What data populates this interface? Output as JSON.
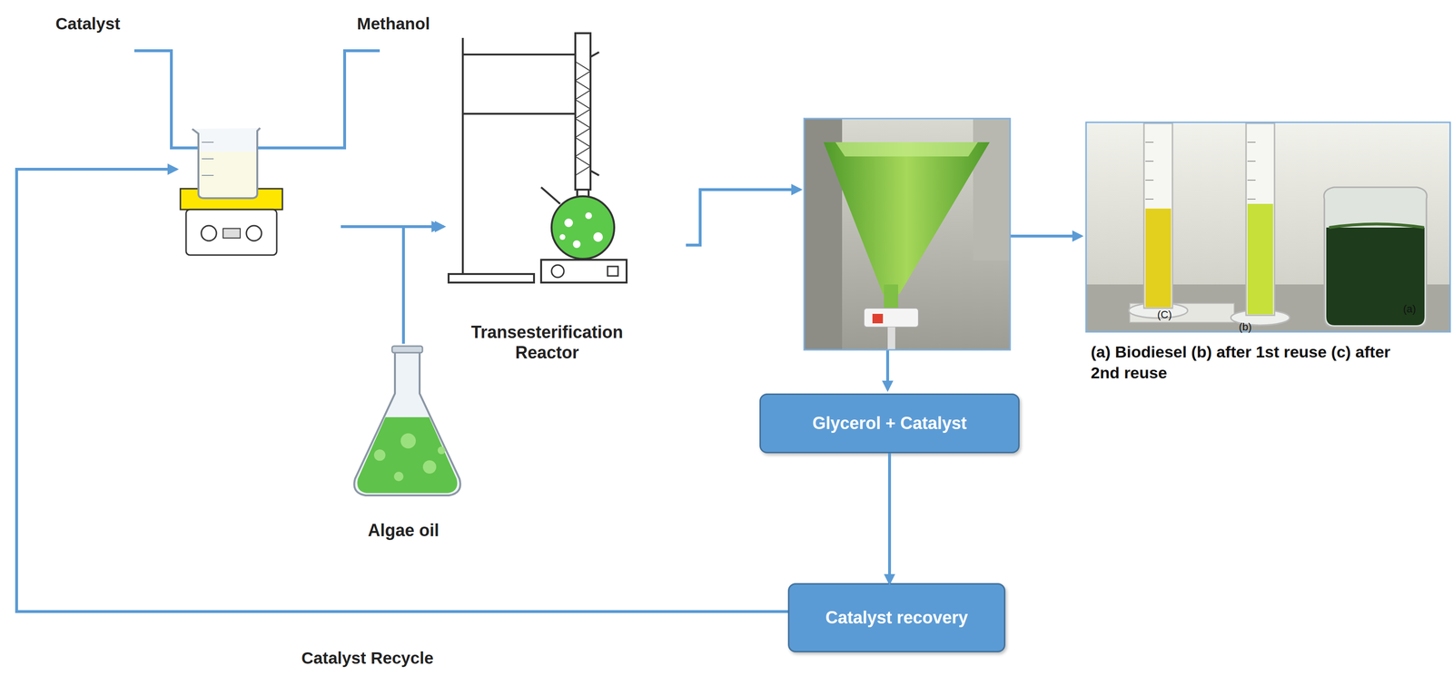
{
  "diagram": {
    "nodes": [
      {
        "text": [
          "Transesterification Reactor"
        ]
      },
      {
        "text": [
          "Algae oil"
        ]
      },
      {
        "text": [
          "(C)",
          "(b)",
          "(a)",
          "(a) Biodiesel (b) after 1st reuse (c) after 2nd reuse"
        ]
      },
      {
        "text": [
          "Glycerol + Catalyst"
        ]
      },
      {
        "text": [
          "Catalyst recovery"
        ]
      }
    ],
    "edges": [
      {
        "from": 1,
        "to": 0,
        "arrow": "to"
      },
      {
        "from": 3,
        "to": 4,
        "arrow": "to"
      }
    ],
    "labels": [
      "Catalyst",
      "Methanol",
      "Catalyst Recycle"
    ]
  }
}
